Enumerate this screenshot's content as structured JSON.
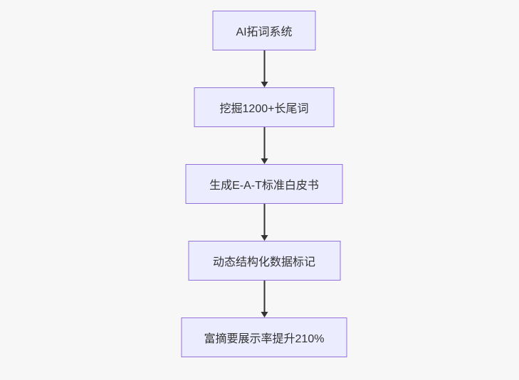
{
  "diagram": {
    "type": "flowchart",
    "direction": "top-down",
    "nodes": [
      {
        "id": "step-1",
        "label": "AI拓词系统"
      },
      {
        "id": "step-2",
        "label": "挖掘1200+长尾词"
      },
      {
        "id": "step-3",
        "label": "生成E-A-T标准白皮书"
      },
      {
        "id": "step-4",
        "label": "动态结构化数据标记"
      },
      {
        "id": "step-5",
        "label": "富摘要展示率提升210%"
      }
    ],
    "edges": [
      {
        "from": "step-1",
        "to": "step-2"
      },
      {
        "from": "step-2",
        "to": "step-3"
      },
      {
        "from": "step-3",
        "to": "step-4"
      },
      {
        "from": "step-4",
        "to": "step-5"
      }
    ],
    "colors": {
      "background": "#f7f7f7",
      "node_fill": "#ececff",
      "node_border": "#9370db",
      "arrow": "#333333",
      "text": "#333333"
    }
  }
}
